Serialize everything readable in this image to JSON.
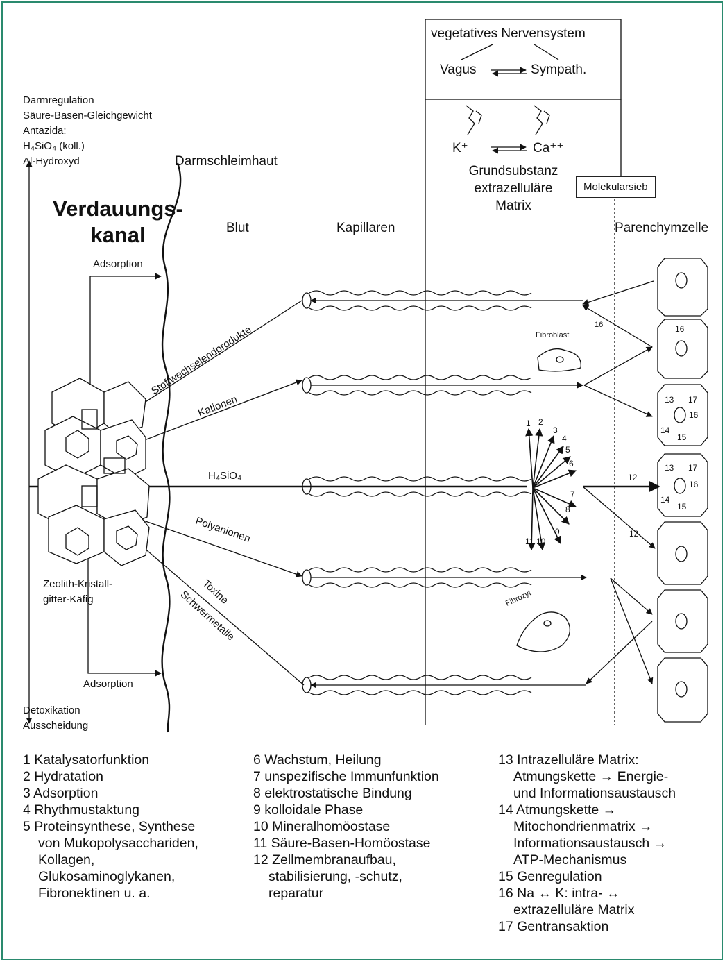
{
  "top_box": {
    "title": "vegetatives Nervensystem",
    "vagus": "Vagus",
    "sympath": "Sympath."
  },
  "matrix": {
    "k_ion": "K⁺",
    "ca_ion": "Ca⁺⁺",
    "line1": "Grundsubstanz",
    "line2": "extrazelluläre",
    "line3": "Matrix",
    "molekularsieb": "Molekularsieb"
  },
  "left_notes": {
    "line1": "Darmregulation",
    "line2": "Säure-Basen-Gleichgewicht",
    "line3": "Antazida:",
    "line4": "H₄SiO₄ (koll.)",
    "line5": "Al-Hydroxyd",
    "bottom1": "Detoxikation",
    "bottom2": "Ausscheidung"
  },
  "headings": {
    "verdauung1": "Verdauungs-",
    "verdauung2": "kanal",
    "darmschleimhaut": "Darmschleimhaut",
    "blut": "Blut",
    "kapillaren": "Kapillaren",
    "parenchymzelle": "Parenchymzelle"
  },
  "arrows": {
    "adsorption_top": "Adsorption",
    "adsorption_bottom": "Adsorption",
    "stoffwechsel": "Stoffwechselendprodukte",
    "kationen": "Kationen",
    "h4sio4": "H₄SiO₄",
    "polyanionen": "Polyanionen",
    "toxine": "Toxine",
    "schwermetalle": "Schwermetalle"
  },
  "zeolith": {
    "line1": "Zeolith-Kristall-",
    "line2": "gitter-Käfig"
  },
  "cells": {
    "fibroblast": "Fibroblast",
    "fibrozyt": "Fibrozyt",
    "n16a": "16",
    "n16b": "16",
    "c3_13": "13",
    "c3_17": "17",
    "c3_16": "16",
    "c3_14": "14",
    "c3_15": "15",
    "c4_13": "13",
    "c4_17": "17",
    "c4_16": "16",
    "c4_14": "14",
    "c4_15": "15",
    "n12a": "12",
    "n12b": "12"
  },
  "ray_numbers": [
    "1",
    "2",
    "3",
    "4",
    "5",
    "6",
    "7",
    "8",
    "9",
    "10",
    "11"
  ],
  "legend": {
    "col1": [
      {
        "text": "1  Katalysatorfunktion",
        "indent": false
      },
      {
        "text": "2  Hydratation",
        "indent": false
      },
      {
        "text": "3  Adsorption",
        "indent": false
      },
      {
        "text": "4  Rhythmustaktung",
        "indent": false
      },
      {
        "text": "5  Proteinsynthese, Synthese",
        "indent": false
      },
      {
        "text": "von Mukopolysacchariden,",
        "indent": true
      },
      {
        "text": "Kollagen,",
        "indent": true
      },
      {
        "text": "Glukosaminoglykanen,",
        "indent": true
      },
      {
        "text": "Fibronektinen u. a.",
        "indent": true
      }
    ],
    "col2": [
      {
        "text": "6  Wachstum, Heilung",
        "indent": false
      },
      {
        "text": "7  unspezifische Immunfunktion",
        "indent": false
      },
      {
        "text": "8  elektrostatische Bindung",
        "indent": false
      },
      {
        "text": "9  kolloidale Phase",
        "indent": false
      },
      {
        "text": "10 Mineralhomöostase",
        "indent": false
      },
      {
        "text": "11 Säure-Basen-Homöostase",
        "indent": false
      },
      {
        "text": "12 Zellmembranaufbau,",
        "indent": false
      },
      {
        "text": "stabilisierung, -schutz,",
        "indent": true
      },
      {
        "text": "reparatur",
        "indent": true
      }
    ],
    "col3": [
      {
        "text": "13 Intrazelluläre Matrix:",
        "indent": false
      },
      {
        "text": "Atmungskette → Energie-",
        "indent": true
      },
      {
        "text": "und Informationsaustausch",
        "indent": true
      },
      {
        "text": "14 Atmungskette →",
        "indent": false
      },
      {
        "text": "Mitochondrienmatrix →",
        "indent": true
      },
      {
        "text": "Informationsaustausch →",
        "indent": true
      },
      {
        "text": "ATP-Mechanismus",
        "indent": true
      },
      {
        "text": "15 Genregulation",
        "indent": false
      },
      {
        "text": "16 Na ↔ K: intra- ↔",
        "indent": false
      },
      {
        "text": "extrazelluläre Matrix",
        "indent": true
      },
      {
        "text": "17 Gentransaktion",
        "indent": false
      }
    ]
  },
  "colors": {
    "frame": "#2a8a6e",
    "ink": "#111111"
  }
}
